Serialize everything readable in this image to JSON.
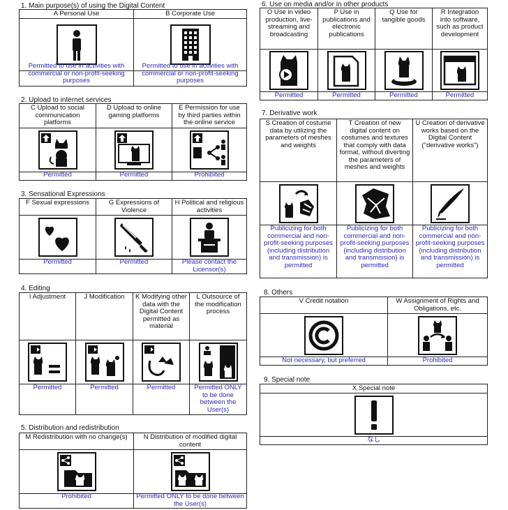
{
  "s1": {
    "title": "1. Main purpose(s) of using the Digital Content",
    "cols": [
      {
        "head": "A Personal Use",
        "icon": "person-icon",
        "status": "Permitted to use in activities with commercial or non-profit-seeking purposes"
      },
      {
        "head": "B  Corporate Use",
        "icon": "building-icon",
        "status": "Permitted to use in activities with commercial or non-profit-seeking purposes"
      }
    ]
  },
  "s2": {
    "title": "2. Upload to internet services",
    "cols": [
      {
        "head": "C Upload to social communication platforms",
        "icon": "upload-social-icon",
        "status": "Permitted"
      },
      {
        "head": "D Upload to online gaming platforms",
        "icon": "upload-gaming-icon",
        "status": "Permitted"
      },
      {
        "head": "E Permission for use by third parties within the online service",
        "icon": "share-third-party-icon",
        "status": "Prohibited"
      }
    ]
  },
  "s3": {
    "title": "3. Sensational Expressions",
    "cols": [
      {
        "head": "F Sexual expressions",
        "icon": "hearts-icon",
        "status": "Permitted"
      },
      {
        "head": "G Expressions of Violence",
        "icon": "knife-icon",
        "status": "Permitted"
      },
      {
        "head": "H Political and religious activities",
        "icon": "podium-icon",
        "status": "Please contact the Licensor(s)"
      }
    ]
  },
  "s4": {
    "title": "4. Editing",
    "cols": [
      {
        "head": "I Adjustment",
        "icon": "adjust-icon",
        "status": "Permitted"
      },
      {
        "head": "J Modification",
        "icon": "modify-icon",
        "status": "Permitted"
      },
      {
        "head": "K Modifying other data with the Digital Content permitted as material",
        "icon": "material-icon",
        "status": "Permitted"
      },
      {
        "head": "L Outsource of the modification process",
        "icon": "outsource-icon",
        "status": "Permitted ONLY to be done between the User(s)"
      }
    ]
  },
  "s5": {
    "title": "5. Distribution and redistribution",
    "cols": [
      {
        "head": "M Redistribution with no change(s)",
        "icon": "redistribute-icon",
        "status": "Prohibited"
      },
      {
        "head": "N Distribution of modified digital content",
        "icon": "distribute-modified-icon",
        "status": "Permitted ONLY to be done between the User(s)"
      }
    ]
  },
  "s6": {
    "title": "6. Use on media and/or in other products",
    "cols": [
      {
        "head": "O Use in video production, live-streaming and broadcasting",
        "icon": "video-icon",
        "status": "Permitted"
      },
      {
        "head": "P Use in publications and electronic publications",
        "icon": "publication-icon",
        "status": "Permitted"
      },
      {
        "head": "Q Use for tangible goods",
        "icon": "figure-goods-icon",
        "status": "Permitted"
      },
      {
        "head": "R Integration into software, such as product development",
        "icon": "software-icon",
        "status": "Permitted"
      }
    ]
  },
  "s7": {
    "title": "7. Derivative work",
    "cols": [
      {
        "head": "S Creation of costume data by utilizing the parameters of meshes and weights",
        "icon": "costume-icon",
        "status": "Publicizing for both commercial and non-profit-seeking purposes (including distribution and transmission) is permitted"
      },
      {
        "head": "T Creation of new digital content on costumes and textures that comply with data format, without diverting the parameters of meshes and weights",
        "icon": "texture-icon",
        "status": "Publicizing for both commercial and non-profit-seeking purposes (including distribution and transmission) is permitted"
      },
      {
        "head": "U Creation of derivative works based on the Digital Content (\"derivative works\")",
        "icon": "pen-icon",
        "status": "Publicizing for both commercial and non-profit-seeking purposes (including distribution and transmission) is permitted"
      }
    ]
  },
  "s8": {
    "title": "8. Others",
    "cols": [
      {
        "head": "V Credit notation",
        "icon": "copyright-icon",
        "status": "Not necessary, but preferred"
      },
      {
        "head": "W Assignment of Rights and Obligations, etc.",
        "icon": "assignment-icon",
        "status": "Prohibited"
      }
    ]
  },
  "s9": {
    "title": "9. Special note",
    "cols": [
      {
        "head": "X Special note",
        "icon": "exclamation-icon",
        "status": "なし"
      }
    ]
  }
}
